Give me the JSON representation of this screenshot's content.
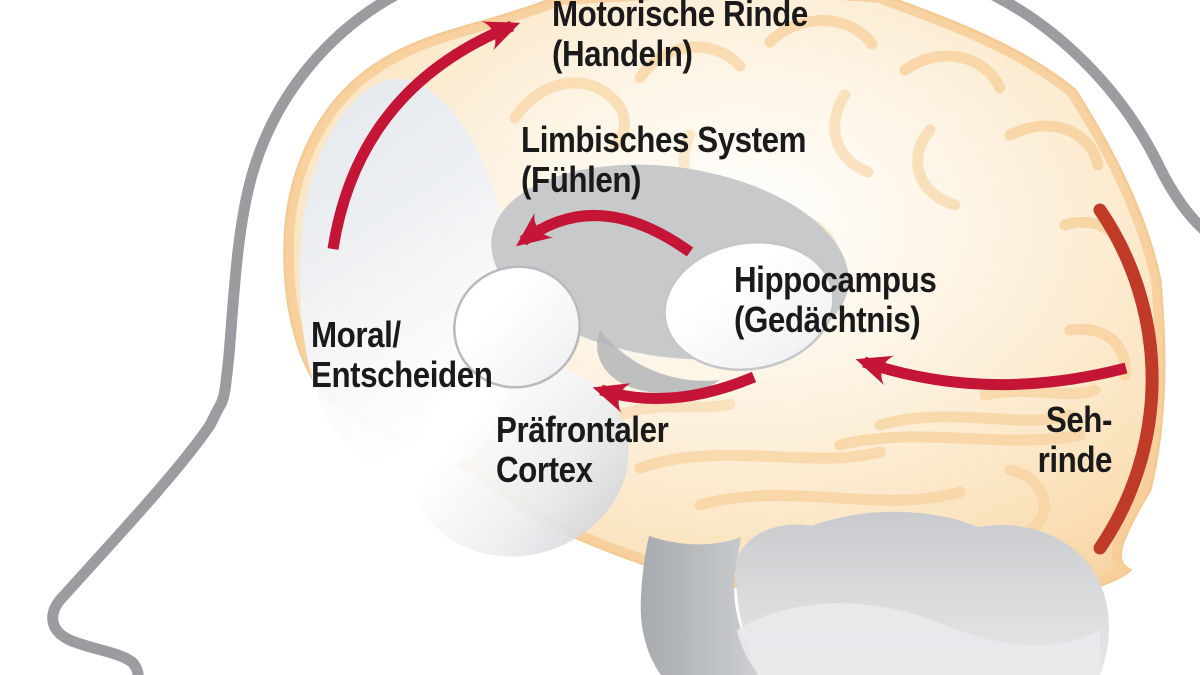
{
  "diagram": {
    "labels": {
      "motor_cortex": {
        "line1": "Motorische Rinde",
        "line2": "(Handeln)"
      },
      "limbic_system": {
        "line1": "Limbisches System",
        "line2": "(Fühlen)"
      },
      "hippocampus": {
        "line1": "Hippocampus",
        "line2": "(Gedächtnis)"
      },
      "moral": {
        "line1": "Moral/",
        "line2": "Entscheiden"
      },
      "prefrontal_cortex": {
        "line1": "Präfrontaler",
        "line2": "Cortex"
      },
      "visual_cortex": {
        "line1": "Seh-",
        "line2": "rinde"
      }
    },
    "arrows": [
      {
        "id": "visual-to-hippocampus",
        "from": "Sehrinde",
        "to": "Hippocampus"
      },
      {
        "id": "hippocampus-to-prefrontal",
        "from": "Hippocampus",
        "to": "Präfrontaler Cortex"
      },
      {
        "id": "to-limbic-system",
        "from": "Hippocampus",
        "to": "Limbisches System"
      },
      {
        "id": "to-motor-cortex",
        "from": "Präfrontaler Cortex",
        "to": "Motorische Rinde"
      }
    ],
    "colors": {
      "arrow_red": "#c41537",
      "visual_cortex_arc": "#c03a28",
      "head_outline": "#9a9c9f",
      "brain_rim": "#f7cd98",
      "limbic_gray": "#c8c9cb",
      "text": "#1a1a1a"
    }
  }
}
